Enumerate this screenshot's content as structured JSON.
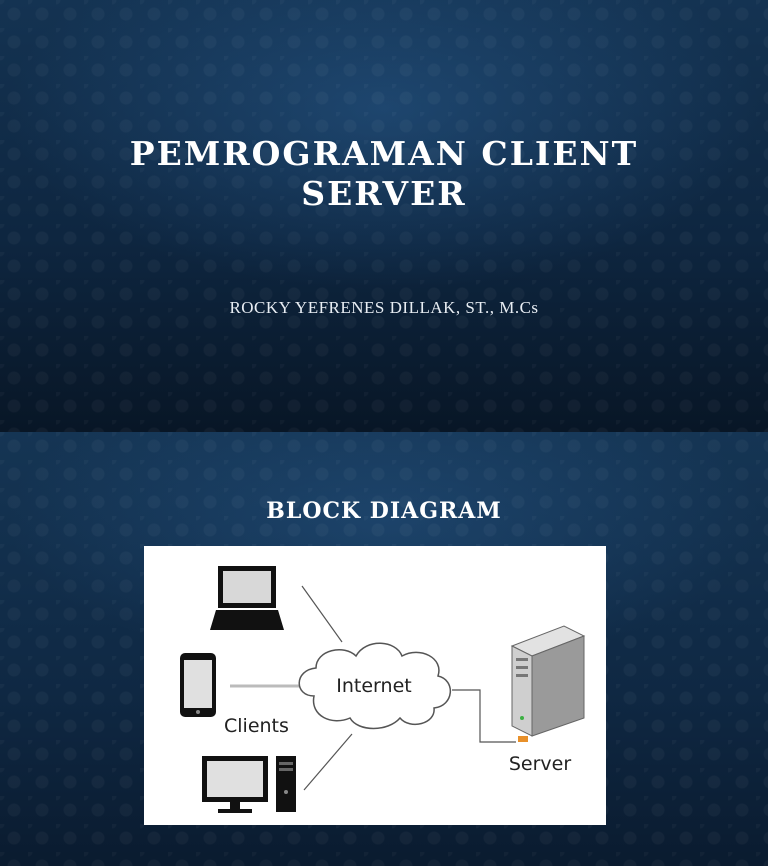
{
  "slides": [
    {
      "title_line1": "PEMROGRAMAN CLIENT",
      "title_line2": "SERVER",
      "author": "ROCKY YEFRENES DILLAK, ST., M.Cs"
    },
    {
      "heading": "BLOCK DIAGRAM",
      "diagram": {
        "internet_label": "Internet",
        "clients_label": "Clients",
        "server_label": "Server"
      }
    }
  ]
}
